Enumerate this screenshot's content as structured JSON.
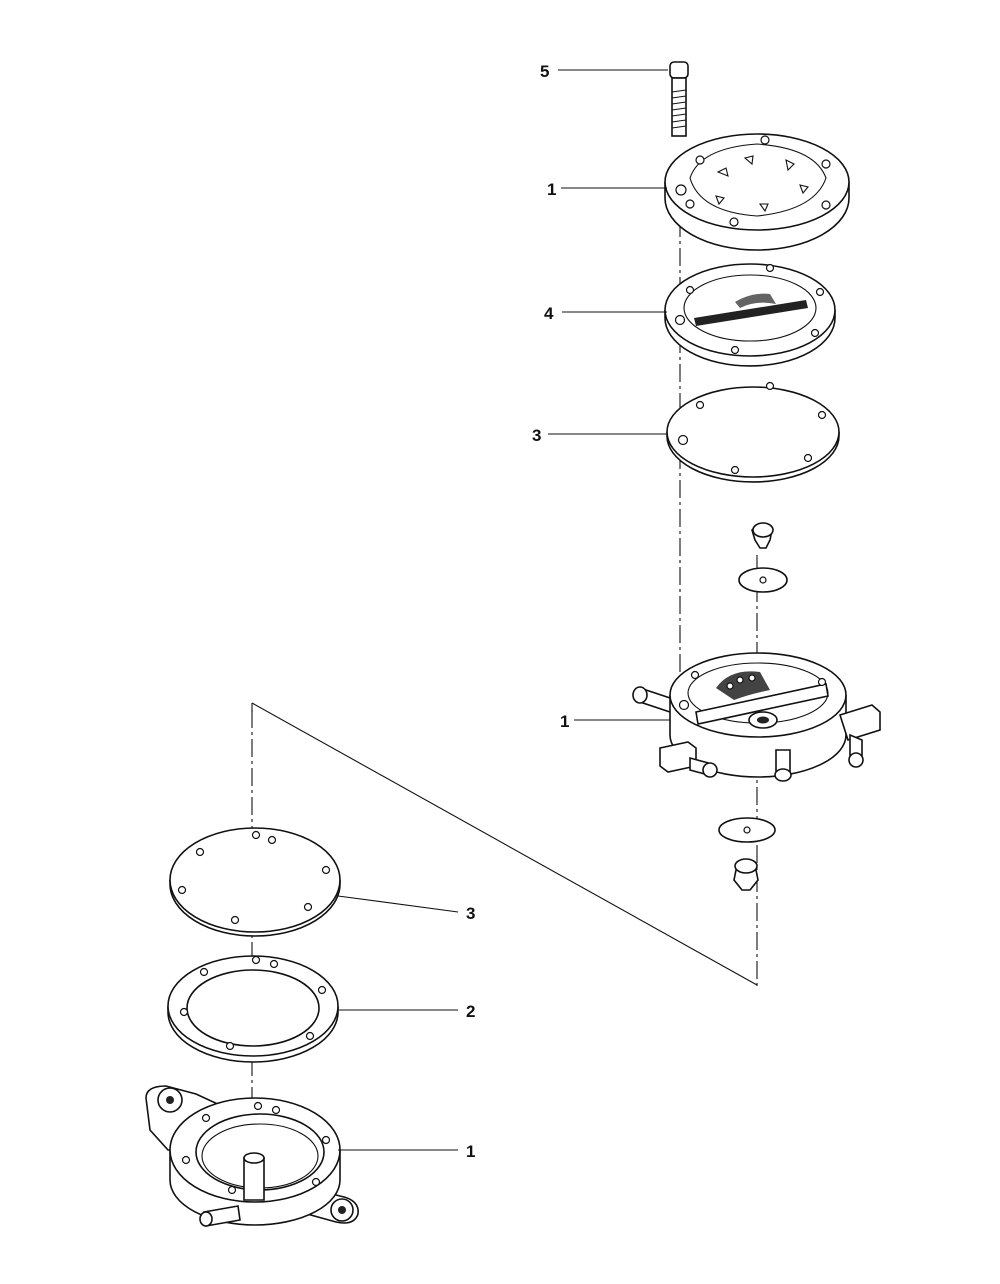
{
  "callouts": {
    "c5": "5",
    "c1_cover": "1",
    "c4": "4",
    "c3_upper": "3",
    "c1_body": "1",
    "c3_lower": "3",
    "c2": "2",
    "c1_base": "1"
  }
}
